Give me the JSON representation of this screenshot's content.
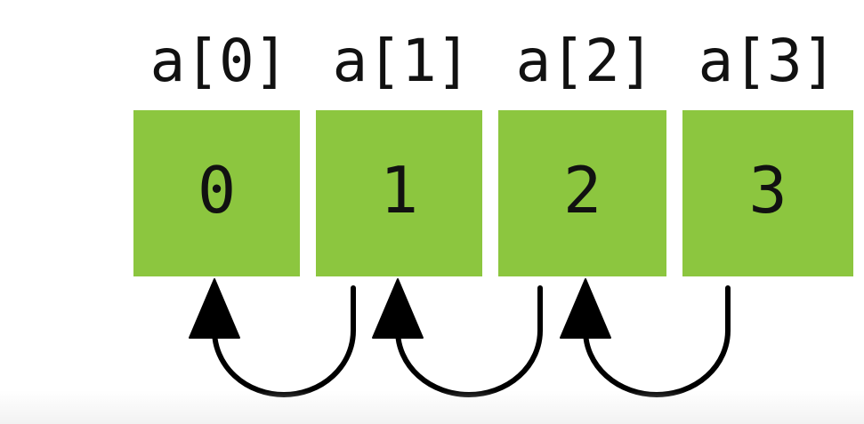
{
  "diagram": {
    "colors": {
      "cell_fill": "#8cc63f",
      "text": "#111111",
      "arrow": "#000000",
      "background": "#ffffff"
    },
    "labels": [
      "a[0]",
      "a[1]",
      "a[2]",
      "a[3]"
    ],
    "values": [
      "0",
      "1",
      "2",
      "3"
    ],
    "arrows": [
      {
        "from_index": 1,
        "to_index": 0
      },
      {
        "from_index": 2,
        "to_index": 1
      },
      {
        "from_index": 3,
        "to_index": 2
      }
    ]
  }
}
